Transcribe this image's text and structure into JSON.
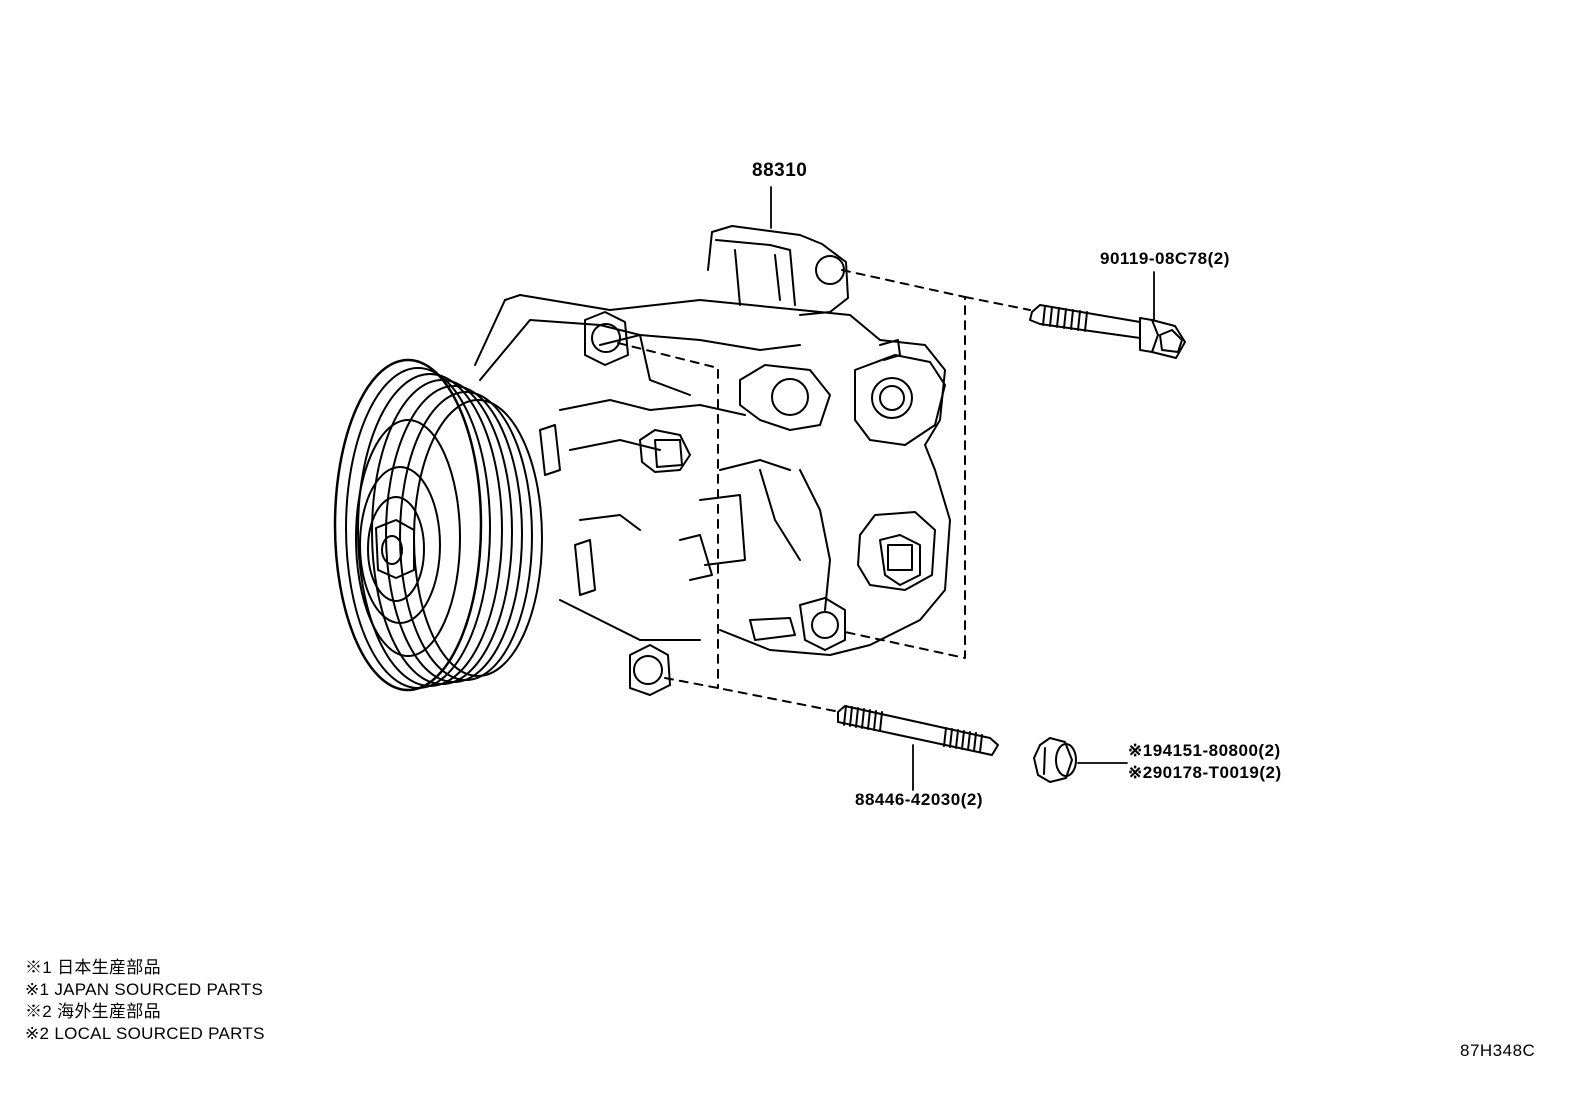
{
  "labels": {
    "compressor": "88310",
    "bolt": "90119-08C78(2)",
    "stud": "88446-42030(2)",
    "nut_1": "※194151-80800(2)",
    "nut_2": "※290178-T0019(2)"
  },
  "notes": [
    "※1 日本生産部品",
    "※1 JAPAN SOURCED PARTS",
    "※2 海外生産部品",
    "※2 LOCAL SOURCED PARTS"
  ],
  "diagram_code": "87H348C",
  "colors": {
    "line": "#000000",
    "background": "#ffffff"
  }
}
